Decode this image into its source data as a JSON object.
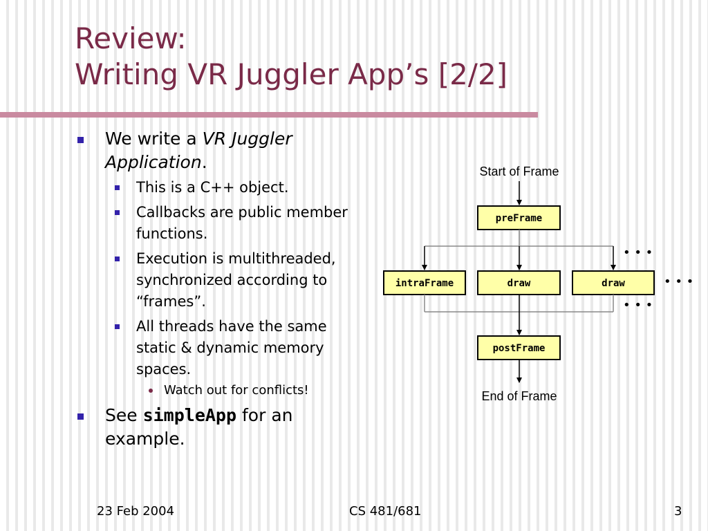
{
  "title": {
    "line1": "Review:",
    "line2": "Writing VR Juggler App’s [2/2]"
  },
  "bullets": {
    "b1": {
      "pre": "We write a ",
      "em": "VR Juggler Application",
      "post": "."
    },
    "b1_sub": [
      "This is a C++ object.",
      "Callbacks are public member functions.",
      "Execution is multithreaded, synchronized according to “frames”.",
      "All threads have the same static & dynamic memory spaces."
    ],
    "b1_subsub": "Watch out for conflicts!",
    "b2": {
      "pre": "See ",
      "code": "simpleApp",
      "post": " for an example."
    }
  },
  "diagram": {
    "start_label": "Start of Frame",
    "end_label": "End of Frame",
    "boxes": {
      "preframe": "preFrame",
      "intraframe": "intraFrame",
      "draw1": "draw",
      "draw2": "draw",
      "postframe": "postFrame"
    },
    "ellipsis": "• • •",
    "box_fill": "#ffffa8"
  },
  "footer": {
    "date": "23 Feb 2004",
    "course": "CS 481/681",
    "page": "3"
  },
  "colors": {
    "title": "#7a2a48",
    "rule": "#c98aa0",
    "bullet": "#3322aa"
  }
}
